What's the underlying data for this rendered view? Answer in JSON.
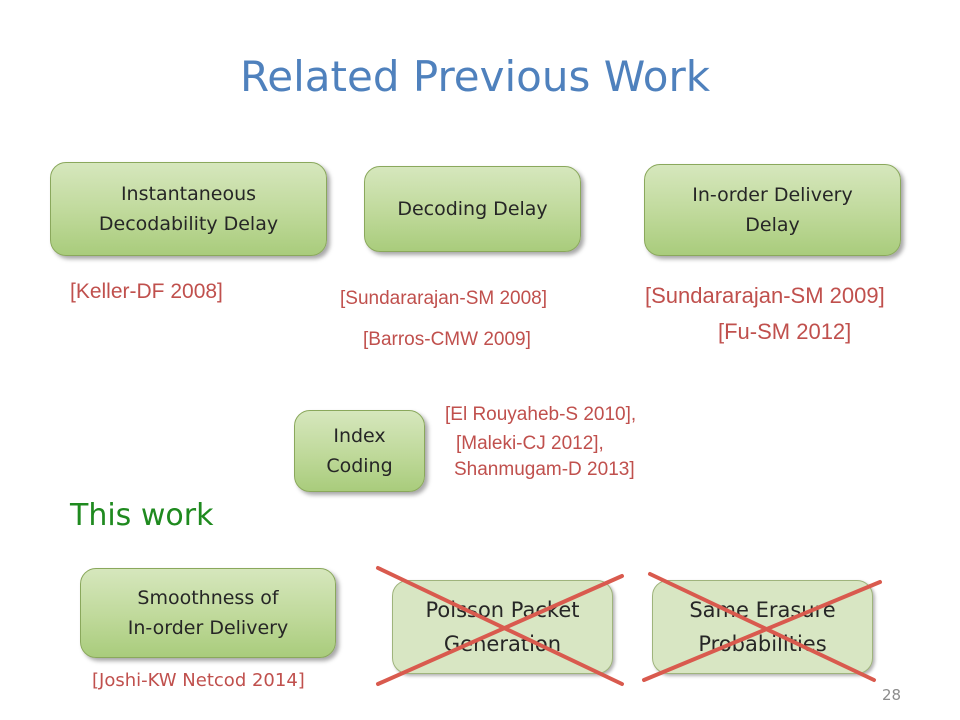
{
  "slide": {
    "title": "Related Previous Work",
    "this_work_label": "This work",
    "page_number": "28"
  },
  "previous_boxes": [
    {
      "label": "Instantaneous\nDecodability Delay"
    },
    {
      "label": "Decoding Delay"
    },
    {
      "label": "In-order Delivery\nDelay"
    },
    {
      "label": "Index\nCoding"
    }
  ],
  "citations": {
    "keller": "[Keller-DF 2008]",
    "sundararajan_2008": "[Sundararajan-SM 2008]",
    "barros": "[Barros-CMW 2009]",
    "sundararajan_2009": "[Sundararajan-SM 2009]",
    "fu": "[Fu-SM 2012]",
    "el_rouyaheb": "[El Rouyaheb-S 2010],",
    "maleki": "[Maleki-CJ 2012],",
    "shanmugam": "Shanmugam-D 2013]",
    "joshi": "[Joshi-KW Netcod 2014]"
  },
  "this_work_boxes": [
    {
      "label": "Smoothness of\nIn-order Delivery",
      "crossed": false
    },
    {
      "label": "Poisson Packet\nGeneration",
      "crossed": true
    },
    {
      "label": "Same Erasure\nProbabilities",
      "crossed": true
    }
  ],
  "colors": {
    "title": "#4f81bd",
    "citation": "#c0504d",
    "this_work": "#1f8a1f",
    "box_fill": "#bfd99a",
    "cross": "#d95a4e"
  }
}
